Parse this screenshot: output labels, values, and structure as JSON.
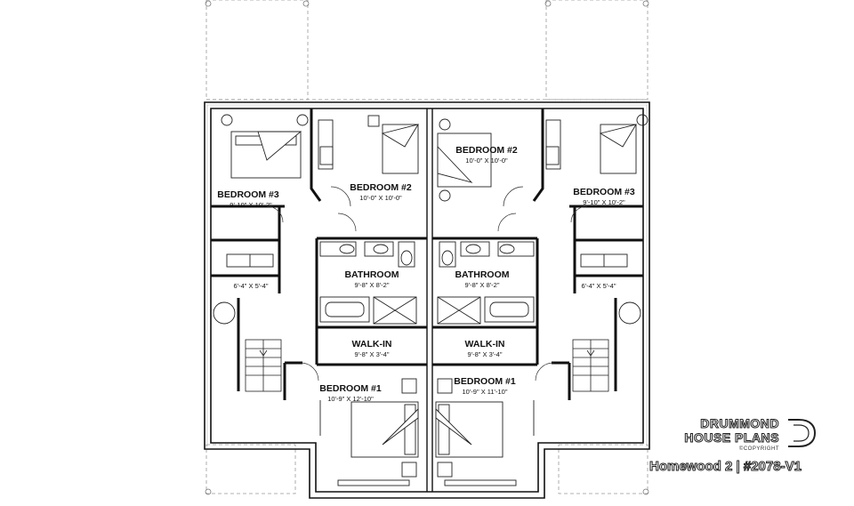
{
  "rooms_left": {
    "bedroom3": {
      "name": "BEDROOM #3",
      "dim": "9'-10\" X 10'-2\""
    },
    "bedroom2": {
      "name": "BEDROOM #2",
      "dim": "10'-0\" X 10'-0\""
    },
    "closet": {
      "dim": "6'-4\" X 5'-4\""
    },
    "bathroom": {
      "name": "BATHROOM",
      "dim": "9'-8\" X 8'-2\""
    },
    "walkin": {
      "name": "WALK-IN",
      "dim": "9'-8\" X 3'-4\""
    },
    "bedroom1": {
      "name": "BEDROOM #1",
      "dim": "10'-9\" X 12'-10\""
    }
  },
  "rooms_right": {
    "bedroom2": {
      "name": "BEDROOM #2",
      "dim": "10'-0\" X 10'-0\""
    },
    "bedroom3": {
      "name": "BEDROOM #3",
      "dim": "9'-10\" X 10'-2\""
    },
    "closet": {
      "dim": "6'-4\" X 5'-4\""
    },
    "bathroom": {
      "name": "BATHROOM",
      "dim": "9'-8\" X 8'-2\""
    },
    "walkin": {
      "name": "WALK-IN",
      "dim": "9'-8\" X 3'-4\""
    },
    "bedroom1": {
      "name": "BEDROOM #1",
      "dim": "10'-9\" X 11'-10\""
    }
  },
  "brand": {
    "line1": "DRUMMOND",
    "line2": "HOUSE PLANS",
    "copyright": "©COPYRIGHT",
    "caption": "Homewood 2 | #2078-V1"
  }
}
